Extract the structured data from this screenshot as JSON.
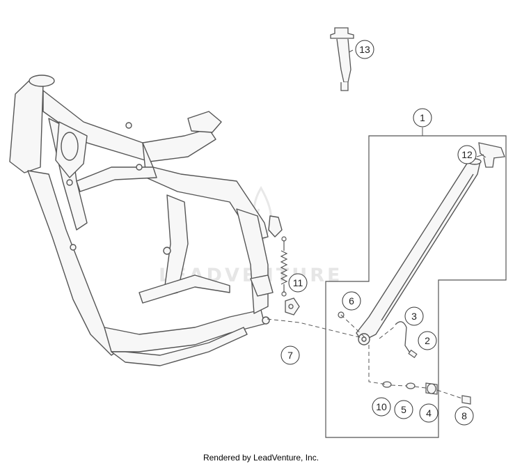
{
  "watermark": {
    "text": "LEADVENTURE"
  },
  "footer": {
    "text": "Rendered by LeadVenture, Inc."
  },
  "callouts": [
    "13",
    "1",
    "12",
    "11",
    "6",
    "3",
    "2",
    "7",
    "10",
    "5",
    "4",
    "8"
  ],
  "colors": {
    "line": "#555555",
    "callout_fill": "#ffffff",
    "callout_stroke": "#333333",
    "part_fill": "#f7f7f7"
  }
}
